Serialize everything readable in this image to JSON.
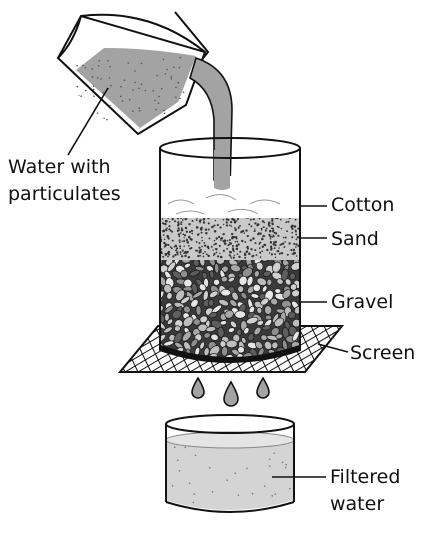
{
  "labels": {
    "water_with_line1": "Water with",
    "water_with_line2": "particulates",
    "cotton": "Cotton",
    "sand": "Sand",
    "gravel": "Gravel",
    "screen": "Screen",
    "filtered_line1": "Filtered",
    "filtered_line2": "water"
  },
  "colors": {
    "water": "#a3a3a3",
    "ink": "#111111",
    "sand": "#c9c9c9",
    "cotton": "#ffffff",
    "filtered_water": "#d4d4d4"
  }
}
